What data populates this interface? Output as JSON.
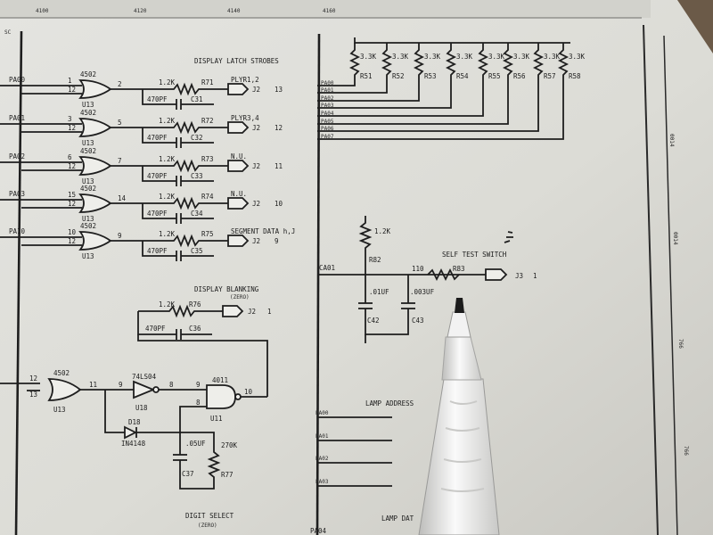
{
  "sheet": {
    "top_ruler": [
      "4100",
      "4120",
      "4140",
      "4160"
    ],
    "corner_mark": "SC",
    "right_margin": [
      "0014",
      "0014",
      "766",
      "766"
    ]
  },
  "latch": {
    "header": "DISPLAY LATCH STROBES",
    "rows": [
      {
        "input": "PA00",
        "pin_a": "1",
        "pin_b": "12",
        "chip": "4502",
        "unit": "U13",
        "out_pin": "2",
        "resistor": "1.2K",
        "res_ref": "R71",
        "cap": "470PF",
        "cap_ref": "C31",
        "signal": "PLYR1,2",
        "conn": "J2",
        "conn_pin": "13"
      },
      {
        "input": "PA01",
        "pin_a": "3",
        "pin_b": "12",
        "chip": "4502",
        "unit": "U13",
        "out_pin": "5",
        "resistor": "1.2K",
        "res_ref": "R72",
        "cap": "470PF",
        "cap_ref": "C32",
        "signal": "PLYR3,4",
        "conn": "J2",
        "conn_pin": "12"
      },
      {
        "input": "PA02",
        "pin_a": "6",
        "pin_b": "12",
        "chip": "4502",
        "unit": "U13",
        "out_pin": "7",
        "resistor": "1.2K",
        "res_ref": "R73",
        "cap": "470PF",
        "cap_ref": "C33",
        "signal": "N.U.",
        "conn": "J2",
        "conn_pin": "11"
      },
      {
        "input": "PA03",
        "pin_a": "15",
        "pin_b": "12",
        "chip": "4502",
        "unit": "U13",
        "out_pin": "14",
        "resistor": "1.2K",
        "res_ref": "R74",
        "cap": "470PF",
        "cap_ref": "C34",
        "signal": "N.U.",
        "conn": "J2",
        "conn_pin": "10"
      },
      {
        "input": "PA10",
        "pin_a": "10",
        "pin_b": "12",
        "chip": "4502",
        "unit": "U13",
        "out_pin": "9",
        "resistor": "1.2K",
        "res_ref": "R75",
        "cap": "470PF",
        "cap_ref": "C35",
        "signal": "SEGMENT DATA h,J",
        "conn": "J2",
        "conn_pin": "9"
      }
    ]
  },
  "blanking": {
    "header": "DISPLAY BLANKING",
    "header_sub": "(ZERO)",
    "resistor": "1.2K",
    "res_ref": "R76",
    "cap": "470PF",
    "cap_ref": "C36",
    "conn": "J2",
    "conn_pin": "1"
  },
  "digit_select": {
    "or_chip": "4502",
    "or_unit": "U13",
    "pin_a": "12",
    "pin_b": "13",
    "or_out": "11",
    "inv_chip": "74LS04",
    "inv_unit": "U18",
    "inv_in": "9",
    "inv_out": "8",
    "nand_chip": "4011",
    "nand_unit": "U11",
    "nand_pin_a": "9",
    "nand_pin_b": "8",
    "nand_out": "10",
    "diode_ref": "D18",
    "diode_part": "IN4148",
    "cap": ".05UF",
    "cap_ref": "C37",
    "resistor": "270K",
    "res_ref": "R77",
    "footer": "DIGIT SELECT",
    "footer_sub": "(ZERO)"
  },
  "pullups": {
    "value": "3.3K",
    "refs": [
      "R51",
      "R52",
      "R53",
      "R54",
      "R55",
      "R56",
      "R57",
      "R58"
    ],
    "lines": [
      "PA00",
      "PA01",
      "PA02",
      "PA03",
      "PA04",
      "PA05",
      "PA06",
      "PA07"
    ]
  },
  "self_test": {
    "header": "SELF TEST SWITCH",
    "input": "CA01",
    "pull_value": "1.2K",
    "pull_ref": "R82",
    "cap1": ".01UF",
    "cap1_ref": "C42",
    "cap2": ".003UF",
    "cap2_ref": "C43",
    "pin": "110",
    "res_ref": "R83",
    "conn": "J3",
    "conn_pin": "1"
  },
  "lamp_address": {
    "header": "LAMP ADDRESS",
    "lines": [
      "PA00",
      "PA01",
      "PA02",
      "PA03"
    ]
  },
  "lamp_data": {
    "header": "LAMP DAT",
    "first_line": "PA04"
  }
}
